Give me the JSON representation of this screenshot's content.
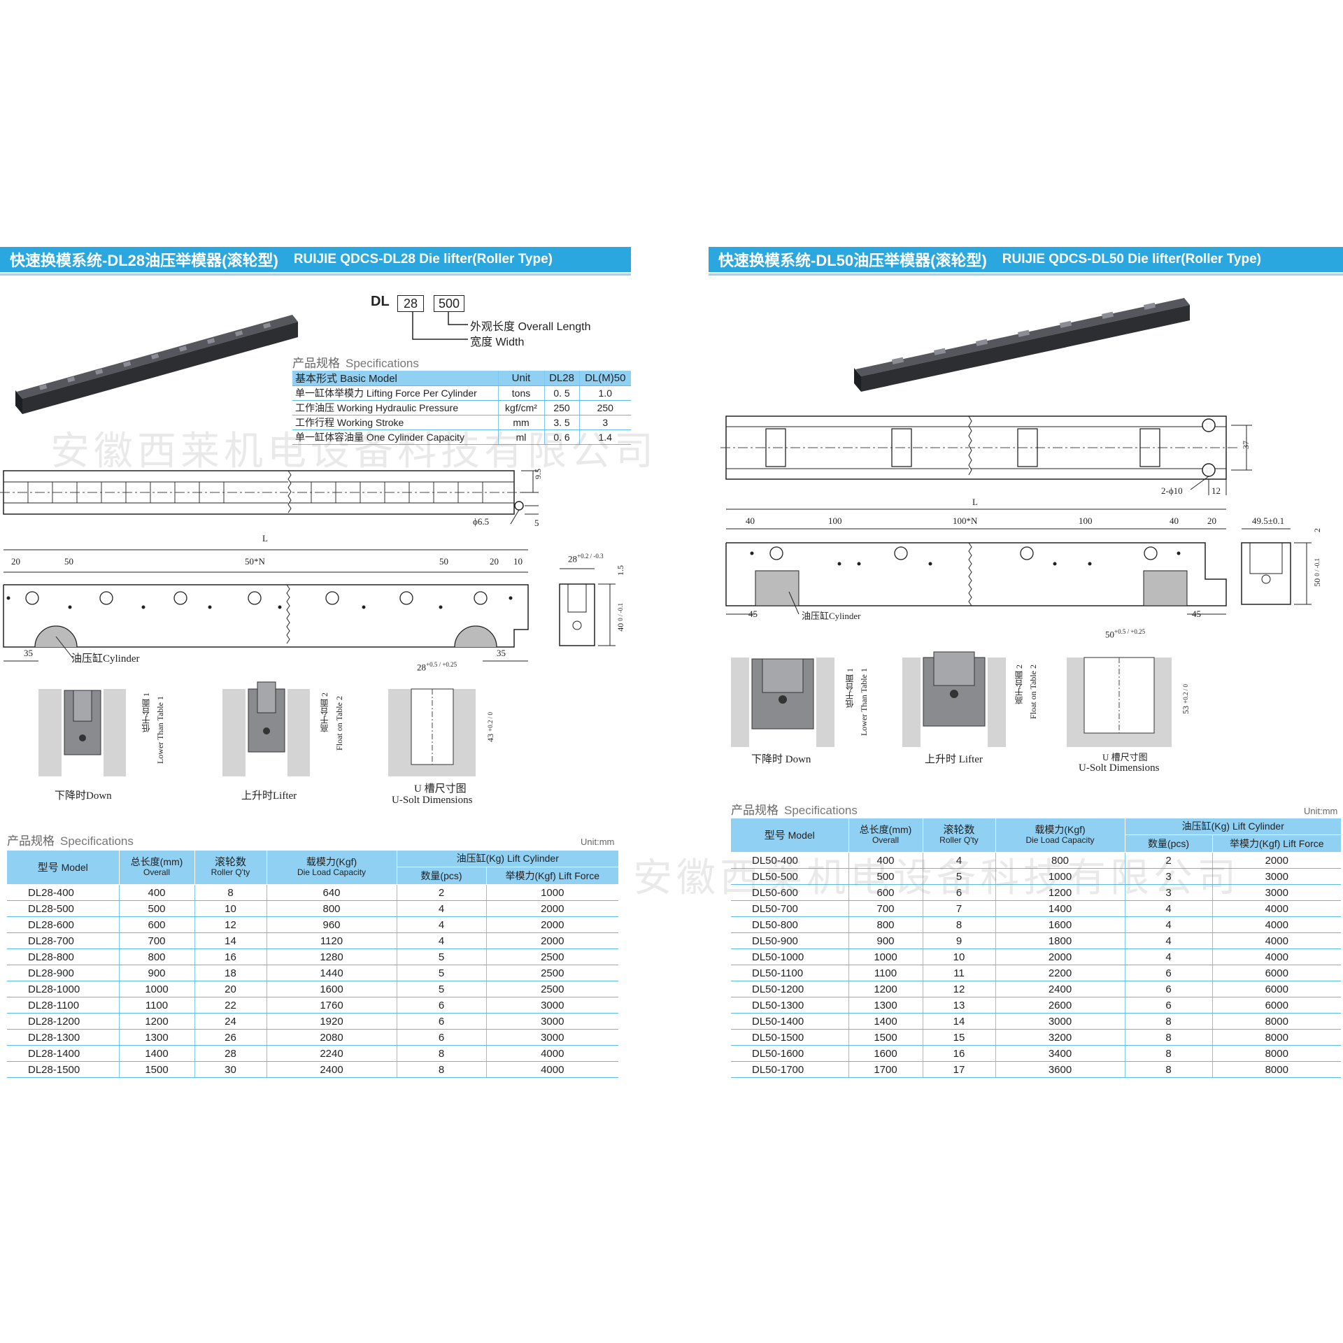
{
  "left": {
    "banner_cn": "快速换模系统-DL28油压举模器(滚轮型)",
    "banner_en": "RUIJIE QDCS-DL28 Die lifter(Roller Type)",
    "code": {
      "prefix": "DL",
      "width_box": "28",
      "length_box": "500",
      "length_label": "外观长度 Overall Length",
      "width_label": "宽度 Width"
    },
    "spec_heading_cn": "产品规格",
    "spec_heading_en": "Specifications",
    "basic": {
      "headers": [
        "基本形式 Basic Model",
        "Unit",
        "DL28",
        "DL(M)50"
      ],
      "rows": [
        [
          "单一缸体举模力 Lifting Force Per Cylinder",
          "tons",
          "0. 5",
          "1.0"
        ],
        [
          "工作油压 Working Hydraulic Pressure",
          "kgf/cm²",
          "250",
          "250"
        ],
        [
          "工作行程 Working Stroke",
          "mm",
          "3. 5",
          "3"
        ],
        [
          "单一缸体容油量 One Cylinder Capacity",
          "ml",
          "0. 6",
          "1.4"
        ]
      ]
    },
    "dims": {
      "d95": "9.5",
      "d5": "5",
      "phi": "ϕ6.5",
      "L": "L",
      "d20a": "20",
      "d50a": "50",
      "d50n": "50*N",
      "d50b": "50",
      "d20b": "20",
      "d10": "10",
      "d35a": "35",
      "d35b": "35",
      "cyl": "油压缸Cylinder",
      "w28": "28",
      "w28tol": "+0.2 / -0.3",
      "d15": "1.5",
      "d40": "40",
      "d40tol": "0 / -0.1",
      "u28": "28",
      "u28tol": "+0.5 / +0.25",
      "u43": "43",
      "u43tol": "+0.2 / 0"
    },
    "states": {
      "down_vert": "低于台面 1",
      "down_vert_en": "Lower Than Table 1",
      "down": "下降时Down",
      "lift_vert": "高于台面 2",
      "lift_vert_en": "Float on Table 2",
      "lift": "上升时Lifter",
      "u_cn": "U 槽尺寸图",
      "u_en": "U-Solt Dimensions"
    },
    "table": {
      "unit": "Unit:mm",
      "h_model_cn": "型号",
      "h_model_en": "Model",
      "h_len_cn": "总长度(mm)",
      "h_len_en": "Overall",
      "h_roll_cn": "滚轮数",
      "h_roll_en": "Roller Q'ty",
      "h_load_cn": "载模力(Kgf)",
      "h_load_en": "Die Load Capacity",
      "h_cyl": "油压缸(Kg) Lift Cylinder",
      "h_qty": "数量(pcs)",
      "h_force": "举模力(Kgf) Lift Force",
      "rows": [
        [
          "DL28-400",
          "400",
          "8",
          "640",
          "2",
          "1000"
        ],
        [
          "DL28-500",
          "500",
          "10",
          "800",
          "4",
          "2000"
        ],
        [
          "DL28-600",
          "600",
          "12",
          "960",
          "4",
          "2000"
        ],
        [
          "DL28-700",
          "700",
          "14",
          "1120",
          "4",
          "2000"
        ],
        [
          "DL28-800",
          "800",
          "16",
          "1280",
          "5",
          "2500"
        ],
        [
          "DL28-900",
          "900",
          "18",
          "1440",
          "5",
          "2500"
        ],
        [
          "DL28-1000",
          "1000",
          "20",
          "1600",
          "5",
          "2500"
        ],
        [
          "DL28-1100",
          "1100",
          "22",
          "1760",
          "6",
          "3000"
        ],
        [
          "DL28-1200",
          "1200",
          "24",
          "1920",
          "6",
          "3000"
        ],
        [
          "DL28-1300",
          "1300",
          "26",
          "2080",
          "6",
          "3000"
        ],
        [
          "DL28-1400",
          "1400",
          "28",
          "2240",
          "8",
          "4000"
        ],
        [
          "DL28-1500",
          "1500",
          "30",
          "2400",
          "8",
          "4000"
        ]
      ]
    }
  },
  "right": {
    "banner_cn": "快速换模系统-DL50油压举模器(滚轮型)",
    "banner_en": "RUIJIE QDCS-DL50 Die lifter(Roller Type)",
    "spec_heading_cn": "产品规格",
    "spec_heading_en": "Specifications",
    "dims": {
      "d37": "37",
      "phi": "2-ϕ10",
      "d12": "12",
      "L": "L",
      "d40a": "40",
      "d100a": "100",
      "d100n": "100*N",
      "d100b": "100",
      "d40b": "40",
      "d20": "20",
      "d45a": "45",
      "d45b": "45",
      "cyl": "油压缸Cylinder",
      "w49": "49.5±0.1",
      "d2": "2",
      "d50": "50",
      "d50tol": "0 / -0.1",
      "u50": "50",
      "u50tol": "+0.5 / +0.25",
      "u53": "53",
      "u53tol": "+0.2 / 0"
    },
    "states": {
      "down_vert": "低于台面 1",
      "down_vert_en": "Lower Than Table 1",
      "down": "下降时 Down",
      "lift_vert": "高于台面 2",
      "lift_vert_en": "Float on Table 2",
      "lift": "上升时 Lifter",
      "u_cn": "U 槽尺寸图",
      "u_en": "U-Solt Dimensions"
    },
    "table": {
      "unit": "Unit:mm",
      "h_model_cn": "型号",
      "h_model_en": "Model",
      "h_len_cn": "总长度(mm)",
      "h_len_en": "Overall",
      "h_roll_cn": "滚轮数",
      "h_roll_en": "Roller Q'ty",
      "h_load_cn": "载模力(Kgf)",
      "h_load_en": "Die Load Capacity",
      "h_cyl": "油压缸(Kg) Lift Cylinder",
      "h_qty": "数量(pcs)",
      "h_force": "举模力(Kgf) Lift Force",
      "rows": [
        [
          "DL50-400",
          "400",
          "4",
          "800",
          "2",
          "2000"
        ],
        [
          "DL50-500",
          "500",
          "5",
          "1000",
          "3",
          "3000"
        ],
        [
          "DL50-600",
          "600",
          "6",
          "1200",
          "3",
          "3000"
        ],
        [
          "DL50-700",
          "700",
          "7",
          "1400",
          "4",
          "4000"
        ],
        [
          "DL50-800",
          "800",
          "8",
          "1600",
          "4",
          "4000"
        ],
        [
          "DL50-900",
          "900",
          "9",
          "1800",
          "4",
          "4000"
        ],
        [
          "DL50-1000",
          "1000",
          "10",
          "2000",
          "4",
          "4000"
        ],
        [
          "DL50-1100",
          "1100",
          "11",
          "2200",
          "6",
          "6000"
        ],
        [
          "DL50-1200",
          "1200",
          "12",
          "2400",
          "6",
          "6000"
        ],
        [
          "DL50-1300",
          "1300",
          "13",
          "2600",
          "6",
          "6000"
        ],
        [
          "DL50-1400",
          "1400",
          "14",
          "3000",
          "8",
          "8000"
        ],
        [
          "DL50-1500",
          "1500",
          "15",
          "3200",
          "8",
          "8000"
        ],
        [
          "DL50-1600",
          "1600",
          "16",
          "3400",
          "8",
          "8000"
        ],
        [
          "DL50-1700",
          "1700",
          "17",
          "3600",
          "8",
          "8000"
        ]
      ]
    }
  },
  "watermark": "安徽西莱机电设备科技有限公司",
  "colors": {
    "banner": "#2aa7df",
    "header": "#8fd0f3",
    "rule": "#5bbbe8"
  }
}
